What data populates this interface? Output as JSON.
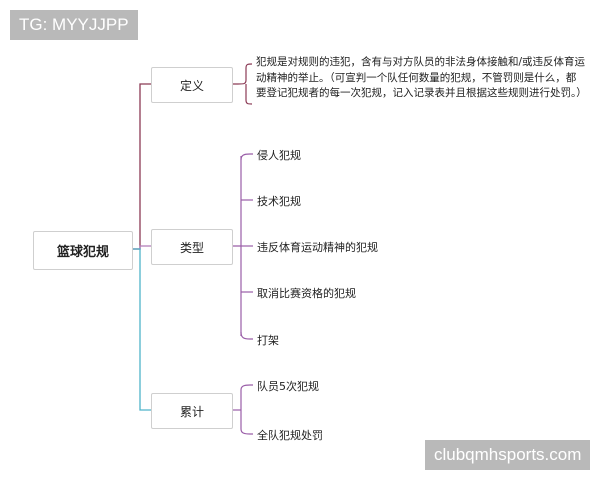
{
  "watermark": {
    "tg": "TG: MYYJJPP",
    "site": "clubqmhsports.com"
  },
  "mindmap": {
    "root": "篮球犯规",
    "branches": {
      "definition": {
        "label": "定义",
        "text": "犯规是对规则的违犯，含有与对方队员的非法身体接触和/或违反体育运动精神的举止。（可宣判一个队任何数量的犯规，不管罚则是什么，都要登记犯规者的每一次犯规，记入记录表并且根据这些规则进行处罚。）"
      },
      "types": {
        "label": "类型",
        "items": [
          "侵人犯规",
          "技术犯规",
          "违反体育运动精神的犯规",
          "取消比赛资格的犯规",
          "打架"
        ]
      },
      "accumulation": {
        "label": "累计",
        "items": [
          "队员5次犯规",
          "全队犯规处罚"
        ]
      }
    },
    "colors": {
      "definition_line": "#8b3a55",
      "types_line": "#b07ab8",
      "accumulation_line": "#4fb3c9",
      "leaf_line": "#9a5ea8"
    }
  }
}
